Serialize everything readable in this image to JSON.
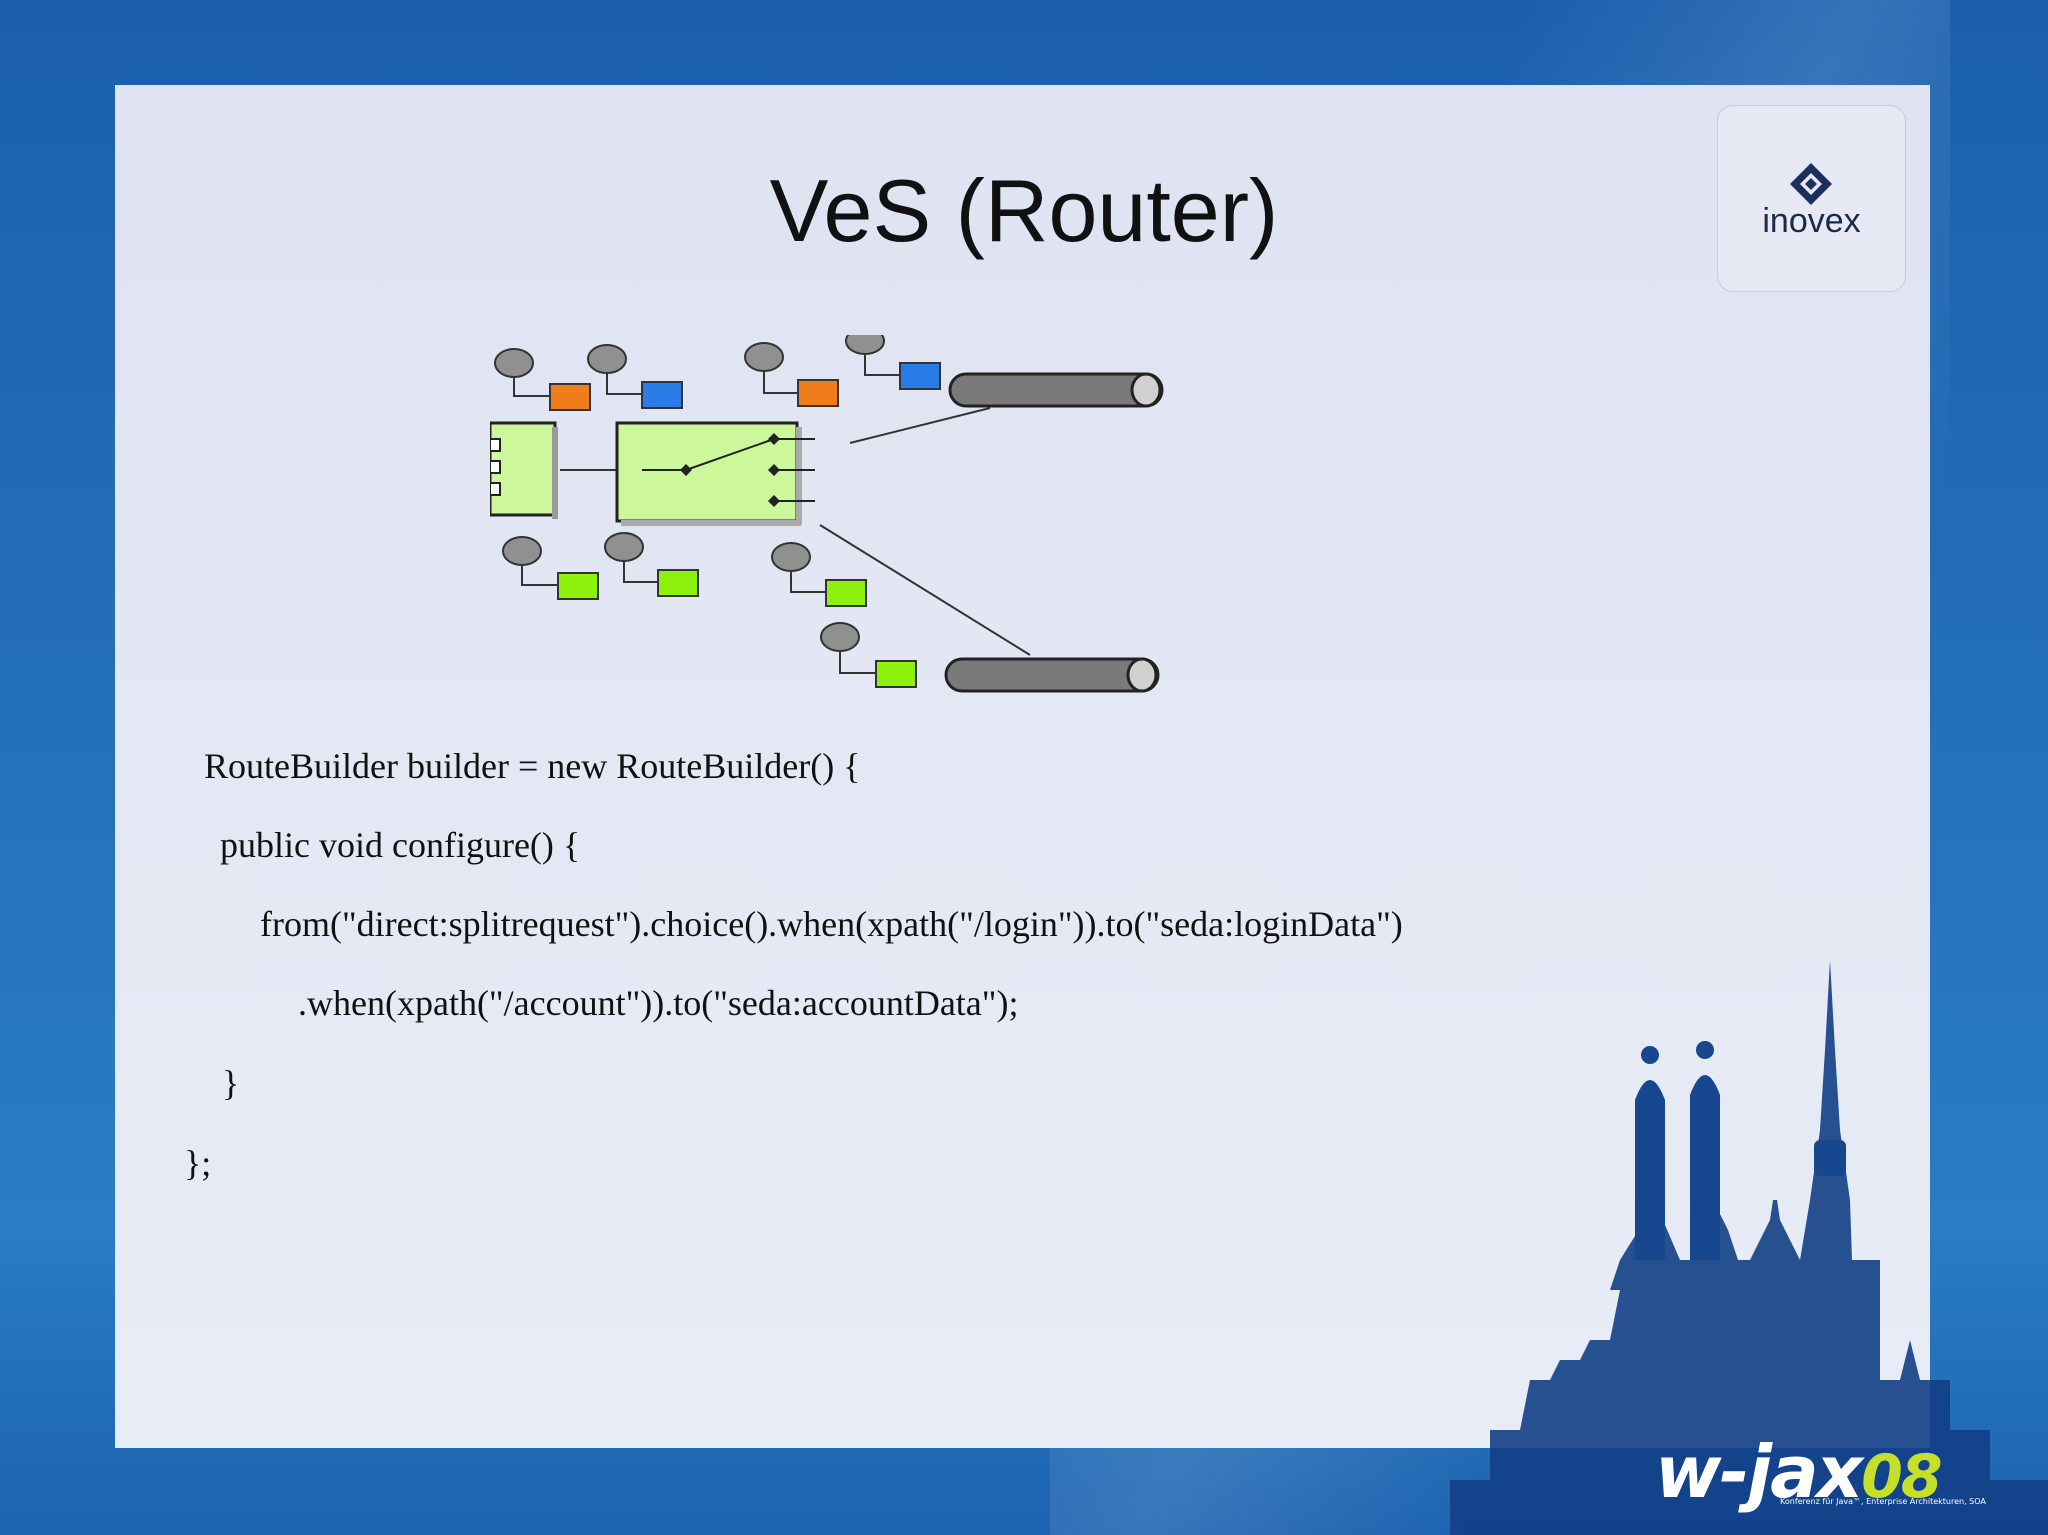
{
  "slide": {
    "title": "VeS (Router)",
    "logo_text": "inovex",
    "code_lines": [
      "RouteBuilder builder = new RouteBuilder() {",
      "public void configure() {",
      "from(\"direct:splitrequest\").choice().when(xpath(\"/login\")).to(\"seda:loginData\")",
      ".when(xpath(\"/account\")).to(\"seda:accountData\");",
      "}",
      "};"
    ]
  },
  "footer": {
    "brand": "w-jax",
    "brand_year": "08",
    "tagline": "Konferenz für Java™, Enterprise Architekturen, SOA"
  },
  "colors": {
    "background_blue": "#1e67b2",
    "slide_bg": "#e2e6f3",
    "router_green": "#ccf79a",
    "orange_msg": "#ef7d1a",
    "blue_msg": "#2a7de8",
    "green_msg": "#8cf20b",
    "channel_gray": "#7a7a7a"
  }
}
